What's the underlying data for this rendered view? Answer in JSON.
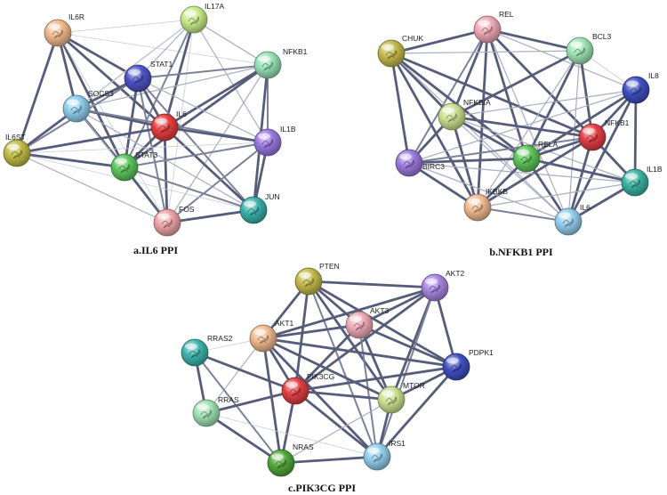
{
  "panels": [
    {
      "id": "a",
      "caption": "a.IL6 PPI",
      "nodes": [
        {
          "name": "IL6R",
          "color": "#f0b98c"
        },
        {
          "name": "IL17A",
          "color": "#c6ea8a"
        },
        {
          "name": "NFKB1",
          "color": "#96e0b6"
        },
        {
          "name": "STAT1",
          "color": "#4e53c4"
        },
        {
          "name": "SOCS3",
          "color": "#8fcdea"
        },
        {
          "name": "IL6",
          "color": "#e43e3e"
        },
        {
          "name": "IL1B",
          "color": "#9a78e0"
        },
        {
          "name": "IL6ST",
          "color": "#c0bb44"
        },
        {
          "name": "STAT3",
          "color": "#5cc55c"
        },
        {
          "name": "JUN",
          "color": "#3bb0aa"
        },
        {
          "name": "FOS",
          "color": "#eca3a6"
        }
      ],
      "edges": [
        [
          "IL6R",
          "IL17A",
          0.5
        ],
        [
          "IL6R",
          "STAT1",
          3
        ],
        [
          "IL6R",
          "SOCS3",
          3
        ],
        [
          "IL6R",
          "IL6",
          3
        ],
        [
          "IL6R",
          "IL6ST",
          3
        ],
        [
          "IL6R",
          "STAT3",
          3
        ],
        [
          "IL6R",
          "NFKB1",
          0.5
        ],
        [
          "IL6R",
          "FOS",
          0.5
        ],
        [
          "IL17A",
          "STAT1",
          1
        ],
        [
          "IL17A",
          "IL6",
          3
        ],
        [
          "IL17A",
          "NFKB1",
          1
        ],
        [
          "IL17A",
          "STAT3",
          2
        ],
        [
          "IL17A",
          "IL1B",
          1
        ],
        [
          "IL17A",
          "SOCS3",
          1
        ],
        [
          "IL17A",
          "FOS",
          0.5
        ],
        [
          "IL17A",
          "IL6ST",
          0.5
        ],
        [
          "NFKB1",
          "STAT1",
          2
        ],
        [
          "NFKB1",
          "IL6",
          3
        ],
        [
          "NFKB1",
          "IL1B",
          2
        ],
        [
          "NFKB1",
          "STAT3",
          3
        ],
        [
          "NFKB1",
          "JUN",
          3
        ],
        [
          "NFKB1",
          "SOCS3",
          1
        ],
        [
          "NFKB1",
          "FOS",
          1
        ],
        [
          "STAT1",
          "SOCS3",
          3
        ],
        [
          "STAT1",
          "IL6",
          3
        ],
        [
          "STAT1",
          "STAT3",
          3
        ],
        [
          "STAT1",
          "IL6ST",
          2
        ],
        [
          "STAT1",
          "IL1B",
          1
        ],
        [
          "STAT1",
          "JUN",
          2
        ],
        [
          "STAT1",
          "FOS",
          2
        ],
        [
          "SOCS3",
          "IL6",
          3
        ],
        [
          "SOCS3",
          "IL6ST",
          3
        ],
        [
          "SOCS3",
          "STAT3",
          3
        ],
        [
          "SOCS3",
          "IL1B",
          2
        ],
        [
          "SOCS3",
          "FOS",
          1
        ],
        [
          "SOCS3",
          "JUN",
          1
        ],
        [
          "IL6",
          "IL1B",
          3
        ],
        [
          "IL6",
          "IL6ST",
          3
        ],
        [
          "IL6",
          "STAT3",
          3
        ],
        [
          "IL6",
          "JUN",
          3
        ],
        [
          "IL6",
          "FOS",
          3
        ],
        [
          "IL1B",
          "STAT3",
          2
        ],
        [
          "IL1B",
          "JUN",
          3
        ],
        [
          "IL1B",
          "FOS",
          2
        ],
        [
          "IL1B",
          "IL6ST",
          0.5
        ],
        [
          "IL6ST",
          "STAT3",
          3
        ],
        [
          "IL6ST",
          "FOS",
          1
        ],
        [
          "IL6ST",
          "JUN",
          0.5
        ],
        [
          "STAT3",
          "JUN",
          2
        ],
        [
          "STAT3",
          "FOS",
          3
        ],
        [
          "JUN",
          "FOS",
          3
        ]
      ]
    },
    {
      "id": "b",
      "caption": "b.NFKB1 PPI",
      "nodes": [
        {
          "name": "REL",
          "color": "#eda9b4"
        },
        {
          "name": "CHUK",
          "color": "#c2b84a"
        },
        {
          "name": "BCL3",
          "color": "#9ee3b4"
        },
        {
          "name": "IL8",
          "color": "#3f4fc0"
        },
        {
          "name": "NFKBIA",
          "color": "#c8e08e"
        },
        {
          "name": "NFKB1",
          "color": "#e03f45"
        },
        {
          "name": "BIRC3",
          "color": "#9a78dc"
        },
        {
          "name": "RELA",
          "color": "#5ec459"
        },
        {
          "name": "IL1B",
          "color": "#3bb3a2"
        },
        {
          "name": "IKBKB",
          "color": "#efb98f"
        },
        {
          "name": "IL6",
          "color": "#92cdec"
        }
      ],
      "edges": [
        [
          "REL",
          "CHUK",
          3
        ],
        [
          "REL",
          "BCL3",
          3
        ],
        [
          "REL",
          "NFKBIA",
          3
        ],
        [
          "REL",
          "NFKB1",
          3
        ],
        [
          "REL",
          "RELA",
          3
        ],
        [
          "REL",
          "IKBKB",
          3
        ],
        [
          "REL",
          "BIRC3",
          2
        ],
        [
          "REL",
          "IL8",
          1
        ],
        [
          "REL",
          "IL6",
          1
        ],
        [
          "CHUK",
          "NFKBIA",
          3
        ],
        [
          "CHUK",
          "RELA",
          3
        ],
        [
          "CHUK",
          "IKBKB",
          3
        ],
        [
          "CHUK",
          "NFKB1",
          3
        ],
        [
          "CHUK",
          "BIRC3",
          3
        ],
        [
          "CHUK",
          "BCL3",
          1
        ],
        [
          "CHUK",
          "IL6",
          1
        ],
        [
          "BCL3",
          "NFKBIA",
          3
        ],
        [
          "BCL3",
          "NFKB1",
          3
        ],
        [
          "BCL3",
          "RELA",
          3
        ],
        [
          "BCL3",
          "IL8",
          0.5
        ],
        [
          "BCL3",
          "IKBKB",
          1
        ],
        [
          "BCL3",
          "IL6",
          1
        ],
        [
          "IL8",
          "NFKB1",
          3
        ],
        [
          "IL8",
          "RELA",
          3
        ],
        [
          "IL8",
          "IL1B",
          3
        ],
        [
          "IL8",
          "IL6",
          3
        ],
        [
          "IL8",
          "NFKBIA",
          1
        ],
        [
          "IL8",
          "BIRC3",
          1
        ],
        [
          "NFKBIA",
          "NFKB1",
          3
        ],
        [
          "NFKBIA",
          "RELA",
          3
        ],
        [
          "NFKBIA",
          "IKBKB",
          3
        ],
        [
          "NFKBIA",
          "BIRC3",
          3
        ],
        [
          "NFKBIA",
          "IL6",
          1
        ],
        [
          "NFKBIA",
          "IL1B",
          1
        ],
        [
          "NFKB1",
          "RELA",
          3
        ],
        [
          "NFKB1",
          "IKBKB",
          3
        ],
        [
          "NFKB1",
          "IL1B",
          3
        ],
        [
          "NFKB1",
          "IL6",
          3
        ],
        [
          "NFKB1",
          "BIRC3",
          2
        ],
        [
          "BIRC3",
          "RELA",
          3
        ],
        [
          "BIRC3",
          "IKBKB",
          3
        ],
        [
          "BIRC3",
          "IL6",
          1
        ],
        [
          "BIRC3",
          "IL1B",
          1
        ],
        [
          "RELA",
          "IKBKB",
          3
        ],
        [
          "RELA",
          "IL1B",
          3
        ],
        [
          "RELA",
          "IL6",
          3
        ],
        [
          "IL1B",
          "IL6",
          3
        ],
        [
          "IL1B",
          "IKBKB",
          1
        ],
        [
          "IKBKB",
          "IL6",
          2
        ]
      ]
    },
    {
      "id": "c",
      "caption": "c.PIK3CG PPI",
      "nodes": [
        {
          "name": "PTEN",
          "color": "#c2b84a"
        },
        {
          "name": "AKT2",
          "color": "#a684e0"
        },
        {
          "name": "AKT3",
          "color": "#eda9b4"
        },
        {
          "name": "AKT1",
          "color": "#efb98f"
        },
        {
          "name": "RRAS2",
          "color": "#3eb2aa"
        },
        {
          "name": "PDPK1",
          "color": "#3f4fc0"
        },
        {
          "name": "PIK3CG",
          "color": "#e03f45"
        },
        {
          "name": "MTOR",
          "color": "#c8e08e"
        },
        {
          "name": "RRAS",
          "color": "#9ee0b2"
        },
        {
          "name": "NRAS",
          "color": "#52a63a"
        },
        {
          "name": "IRS1",
          "color": "#92cdec"
        }
      ],
      "edges": [
        [
          "PTEN",
          "AKT2",
          3
        ],
        [
          "PTEN",
          "AKT3",
          3
        ],
        [
          "PTEN",
          "AKT1",
          3
        ],
        [
          "PTEN",
          "PIK3CG",
          3
        ],
        [
          "PTEN",
          "MTOR",
          3
        ],
        [
          "PTEN",
          "PDPK1",
          3
        ],
        [
          "PTEN",
          "IRS1",
          2
        ],
        [
          "AKT2",
          "AKT3",
          3
        ],
        [
          "AKT2",
          "AKT1",
          3
        ],
        [
          "AKT2",
          "PDPK1",
          3
        ],
        [
          "AKT2",
          "MTOR",
          3
        ],
        [
          "AKT2",
          "PIK3CG",
          3
        ],
        [
          "AKT2",
          "IRS1",
          2
        ],
        [
          "AKT3",
          "AKT1",
          3
        ],
        [
          "AKT3",
          "PDPK1",
          3
        ],
        [
          "AKT3",
          "MTOR",
          3
        ],
        [
          "AKT3",
          "PIK3CG",
          3
        ],
        [
          "AKT3",
          "IRS1",
          2
        ],
        [
          "AKT1",
          "PDPK1",
          3
        ],
        [
          "AKT1",
          "PIK3CG",
          3
        ],
        [
          "AKT1",
          "MTOR",
          3
        ],
        [
          "AKT1",
          "IRS1",
          3
        ],
        [
          "AKT1",
          "NRAS",
          3
        ],
        [
          "AKT1",
          "RRAS",
          1
        ],
        [
          "AKT1",
          "RRAS2",
          0.5
        ],
        [
          "RRAS2",
          "PIK3CG",
          3
        ],
        [
          "RRAS2",
          "RRAS",
          3
        ],
        [
          "RRAS2",
          "NRAS",
          2
        ],
        [
          "PDPK1",
          "PIK3CG",
          3
        ],
        [
          "PDPK1",
          "MTOR",
          3
        ],
        [
          "PDPK1",
          "IRS1",
          3
        ],
        [
          "PIK3CG",
          "MTOR",
          3
        ],
        [
          "PIK3CG",
          "RRAS",
          3
        ],
        [
          "PIK3CG",
          "NRAS",
          3
        ],
        [
          "PIK3CG",
          "IRS1",
          3
        ],
        [
          "MTOR",
          "IRS1",
          3
        ],
        [
          "MTOR",
          "NRAS",
          1
        ],
        [
          "RRAS",
          "NRAS",
          3
        ],
        [
          "RRAS",
          "IRS1",
          0.5
        ],
        [
          "NRAS",
          "IRS1",
          3
        ]
      ]
    }
  ]
}
